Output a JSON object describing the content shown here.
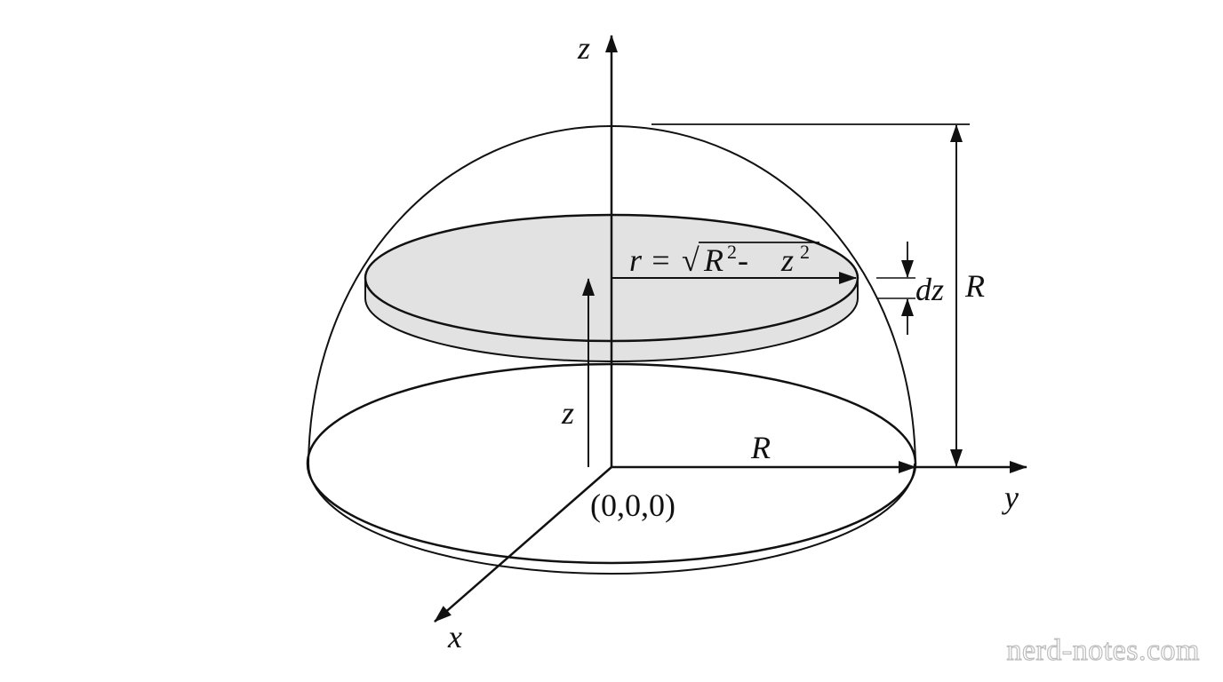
{
  "labels": {
    "z_axis": "z",
    "y_axis": "y",
    "x_axis": "x",
    "origin": "(0,0,0)",
    "height_z": "z",
    "radius_base": "R",
    "height_R": "R",
    "dz": "dz",
    "formula_lhs": "r = ",
    "formula_radical": "√",
    "formula_R": "R",
    "formula_exp1": "2",
    "formula_minus": " - ",
    "formula_z": "z",
    "formula_exp2": "2"
  },
  "watermark": "nerd-notes.com",
  "colors": {
    "stroke": "#111111",
    "disk_fill": "#e2e2e2",
    "watermark": "#bdbdbd"
  }
}
